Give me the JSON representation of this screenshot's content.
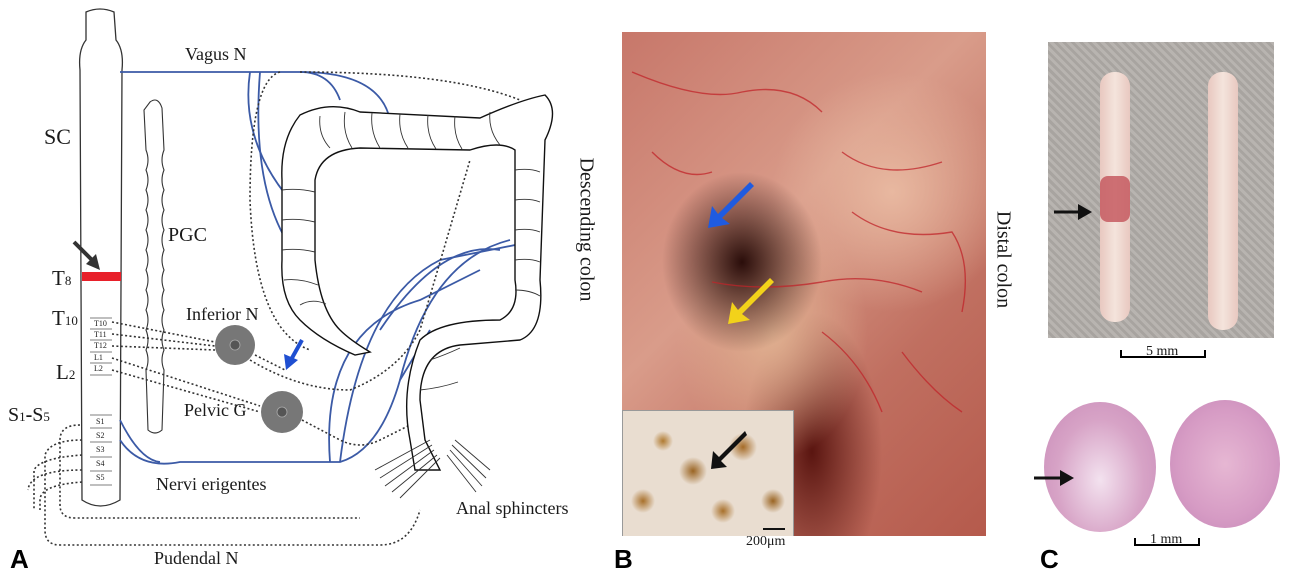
{
  "panels": {
    "a": {
      "letter": "A",
      "labels": {
        "vagus": "Vagus N",
        "sc": "SC",
        "pgc": "PGC",
        "t8": "T",
        "t8_sub": "8",
        "t10": "T",
        "t10_sub": "10",
        "l2": "L",
        "l2_sub": "2",
        "s1s5_a": "S",
        "s1s5_a_sub": "1",
        "s1s5_dash": "-",
        "s1s5_b": "S",
        "s1s5_b_sub": "5",
        "inferior": "Inferior N",
        "pelvic": "Pelvic G",
        "nervi": "Nervi erigentes",
        "pudendal": "Pudendal N",
        "anal": "Anal sphincters",
        "descending": "Descending colon"
      },
      "segments": [
        "T10",
        "T11",
        "T12",
        "L1",
        "L2",
        "S1",
        "S2",
        "S3",
        "S4",
        "S5"
      ],
      "colors": {
        "nerve": "#3b5aa6",
        "lesion": "#e8202a",
        "arrow_blue": "#1f4fd1"
      }
    },
    "b": {
      "letter": "B",
      "side_label": "Distal colon",
      "scale": "200μm",
      "arrows": [
        "blue-arrow",
        "yellow-arrow",
        "black-arrow"
      ]
    },
    "c": {
      "letter": "C",
      "scale_top": "5 mm",
      "scale_bottom": "1 mm"
    }
  }
}
